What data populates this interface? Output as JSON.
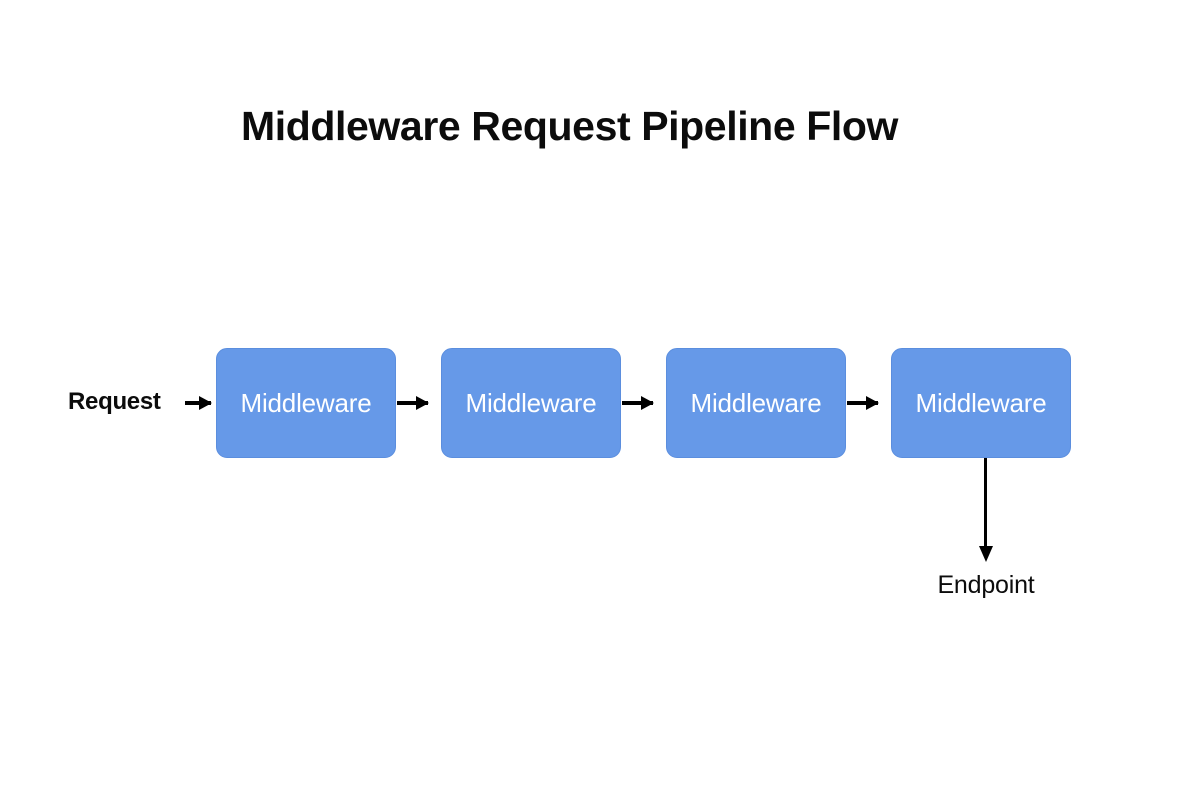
{
  "diagram": {
    "title": "Middleware Request Pipeline Flow",
    "background_color": "#ffffff",
    "node_fill_color": "#6699e8",
    "node_text_color": "#ffffff",
    "arrow_color": "#000000",
    "text_color": "#0c0c0c",
    "entry_label": "Request",
    "exit_label": "Endpoint",
    "nodes": [
      {
        "label": "Middleware"
      },
      {
        "label": "Middleware"
      },
      {
        "label": "Middleware"
      },
      {
        "label": "Middleware"
      }
    ],
    "connectors": [
      {
        "name": "request-to-middleware-1",
        "direction": "right"
      },
      {
        "name": "middleware-1-to-2",
        "direction": "right"
      },
      {
        "name": "middleware-2-to-3",
        "direction": "right"
      },
      {
        "name": "middleware-3-to-4",
        "direction": "right"
      },
      {
        "name": "middleware-4-to-endpoint",
        "direction": "down"
      }
    ]
  }
}
